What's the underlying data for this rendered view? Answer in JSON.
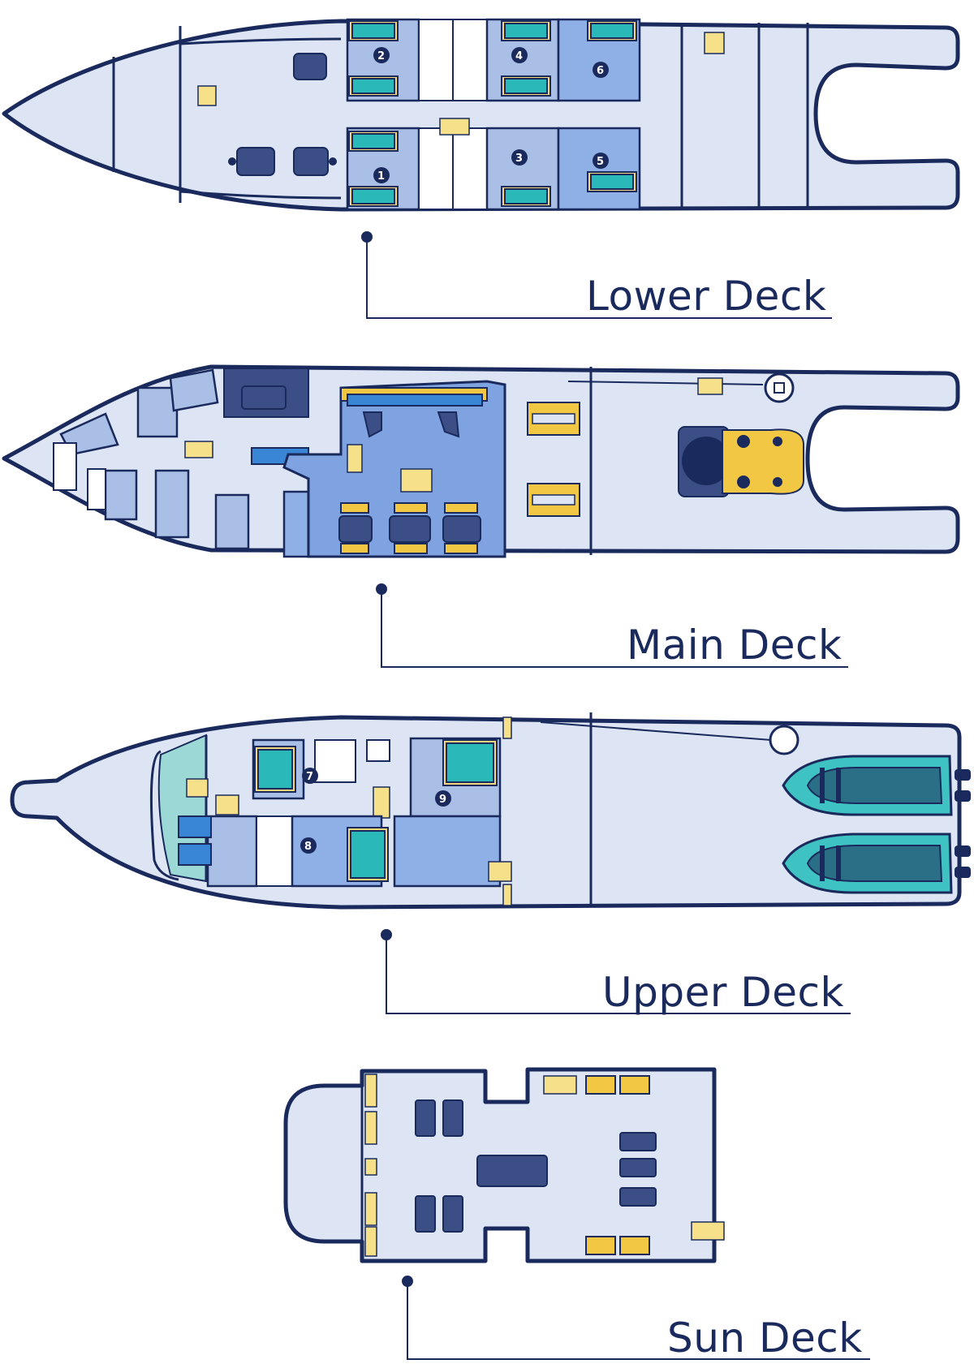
{
  "decks": [
    {
      "id": "lower",
      "label": "Lower Deck",
      "cabins": [
        "1",
        "2",
        "3",
        "4",
        "5",
        "6"
      ]
    },
    {
      "id": "main",
      "label": "Main Deck",
      "cabins": []
    },
    {
      "id": "upper",
      "label": "Upper Deck",
      "cabins": [
        "7",
        "8",
        "9"
      ]
    },
    {
      "id": "sun",
      "label": "Sun Deck",
      "cabins": []
    }
  ],
  "colors": {
    "outline": "#1a2a5c",
    "deck_fill": "#dde5f5",
    "cabin_fill": "#a9bfe6",
    "bed": "#2bb8b8",
    "accent_yellow": "#f2c744",
    "tender": "#3fc2c2"
  }
}
